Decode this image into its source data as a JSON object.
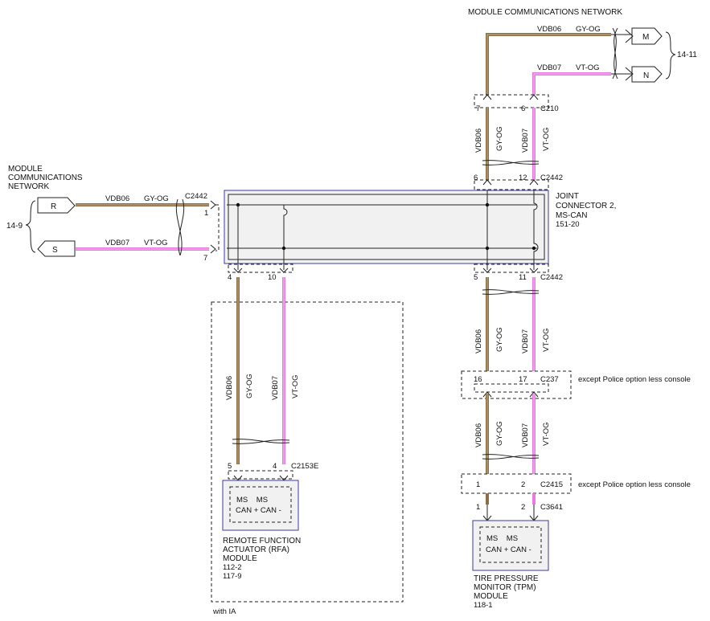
{
  "top_network": {
    "title": "MODULE COMMUNICATIONS NETWORK",
    "ref": "14-11",
    "line1": {
      "circuit": "VDB06",
      "color": "GY-OG",
      "connector": "M"
    },
    "line2": {
      "circuit": "VDB07",
      "color": "VT-OG",
      "connector": "N"
    }
  },
  "left_network": {
    "title_line1": "MODULE",
    "title_line2": "COMMUNICATIONS",
    "title_line3": "NETWORK",
    "ref": "14-9",
    "line1": {
      "circuit": "VDB06",
      "color": "GY-OG",
      "connector": "R",
      "pin": "1"
    },
    "line2": {
      "circuit": "VDB07",
      "color": "VT-OG",
      "connector": "S",
      "pin": "7"
    },
    "connector_id": "C2442"
  },
  "c210": {
    "id": "C210",
    "pin_a": "7",
    "pin_b": "6"
  },
  "c2442_top": {
    "id": "C2442",
    "pin_a": "6",
    "pin_b": "12"
  },
  "joint_connector": {
    "line1": "JOINT",
    "line2": "CONNECTOR 2,",
    "line3": "MS-CAN",
    "ref": "151-20"
  },
  "c2442_bottom_right": {
    "id": "C2442",
    "pin_a": "5",
    "pin_b": "11"
  },
  "c2442_bottom_left": {
    "pin_a": "4",
    "pin_b": "10"
  },
  "wire_labels": {
    "gy_circuit": "VDB06",
    "gy_color": "GY-OG",
    "vt_circuit": "VDB07",
    "vt_color": "VT-OG"
  },
  "c237": {
    "id": "C237",
    "pin_a": "16",
    "pin_b": "17",
    "note": "except Police option less console"
  },
  "c2415": {
    "id": "C2415",
    "pin_a": "1",
    "pin_b": "2",
    "note": "except Police option less console"
  },
  "c3641": {
    "id": "C3641",
    "pin_a": "1",
    "pin_b": "2"
  },
  "c2153e": {
    "id": "C2153E",
    "pin_a": "5",
    "pin_b": "4"
  },
  "rfa_module": {
    "pin_row1": "MS    MS",
    "pin_row2": "CAN + CAN -",
    "name_line1": "REMOTE FUNCTION",
    "name_line2": "ACTUATOR (RFA)",
    "name_line3": "MODULE",
    "ref1": "112-2",
    "ref2": "117-9",
    "option": "with IA"
  },
  "tpm_module": {
    "pin_row1": "MS    MS",
    "pin_row2": "CAN + CAN -",
    "name_line1": "TIRE PRESSURE",
    "name_line2": "MONITOR (TPM)",
    "name_line3": "MODULE",
    "ref1": "118-1"
  }
}
